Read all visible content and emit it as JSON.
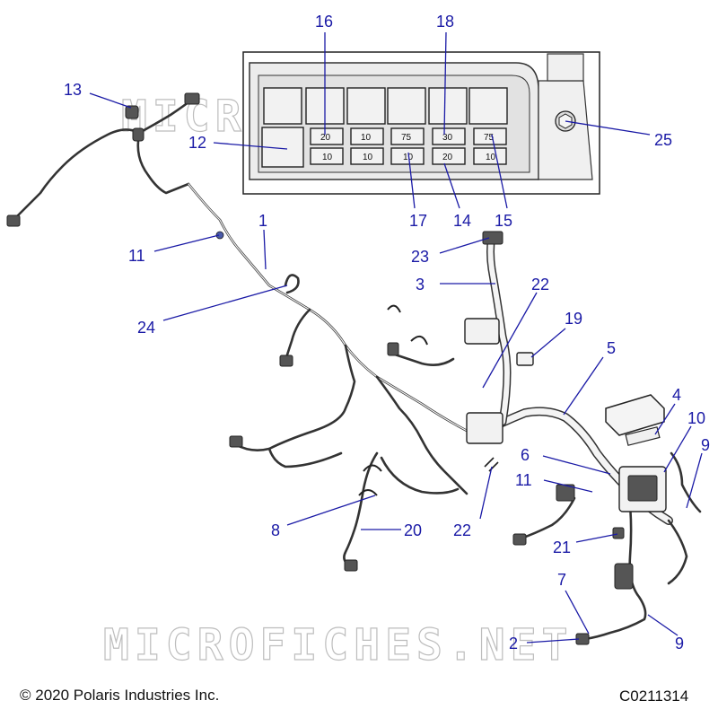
{
  "watermark": "MICROFICHES.NET",
  "copyright": "© 2020 Polaris Industries Inc.",
  "drawing_id": "C0211314",
  "fuse_values": [
    "20",
    "10",
    "75",
    "30",
    "75",
    "10",
    "10",
    "10",
    "20",
    "10"
  ],
  "callouts": [
    "16",
    "18",
    "12",
    "13",
    "25",
    "17",
    "14",
    "15",
    "1",
    "11",
    "23",
    "3",
    "22",
    "19",
    "24",
    "5",
    "4",
    "10",
    "9",
    "6",
    "11",
    "8",
    "20",
    "22",
    "21",
    "7",
    "2",
    "9"
  ]
}
